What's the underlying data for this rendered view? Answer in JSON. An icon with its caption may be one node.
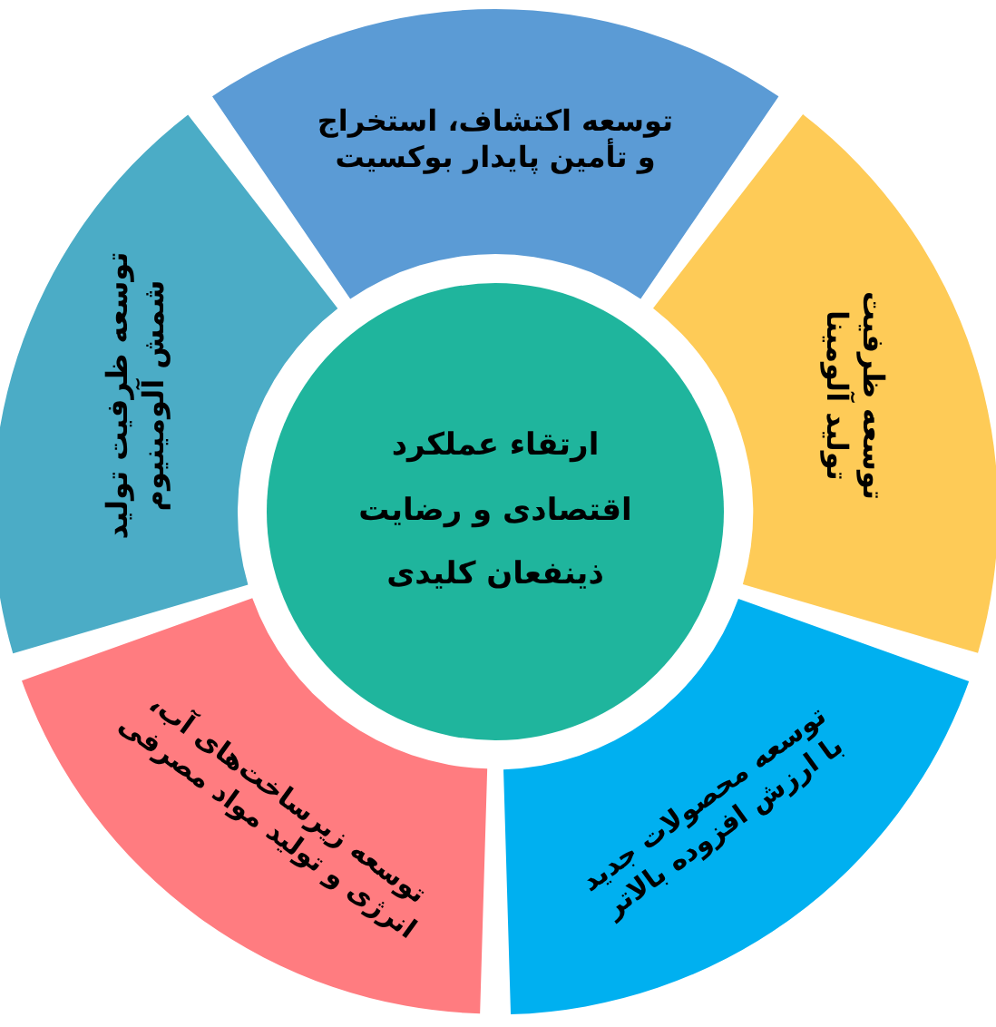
{
  "diagram": {
    "nodes": [
      {
        "text": [
          "ارتقاء عملکرد اقتصادی و رضایت ذینفعان کلیدی"
        ]
      },
      {
        "text": [
          "توسعه اکتشاف، استخراج و تأمین پایدار بوکسیت"
        ]
      },
      {
        "text": [
          "توسعه ظرفیت تولید آلومینا"
        ]
      },
      {
        "text": [
          "توسعه محصولات جدید با ارزش افزوده بالاتر"
        ]
      },
      {
        "text": [
          "توسعه زیرساخت‌های آب، انرژی و تولید مواد مصرفی"
        ]
      },
      {
        "text": [
          "توسعه ظرفیت تولید شمش آلومینیوم"
        ]
      }
    ]
  }
}
